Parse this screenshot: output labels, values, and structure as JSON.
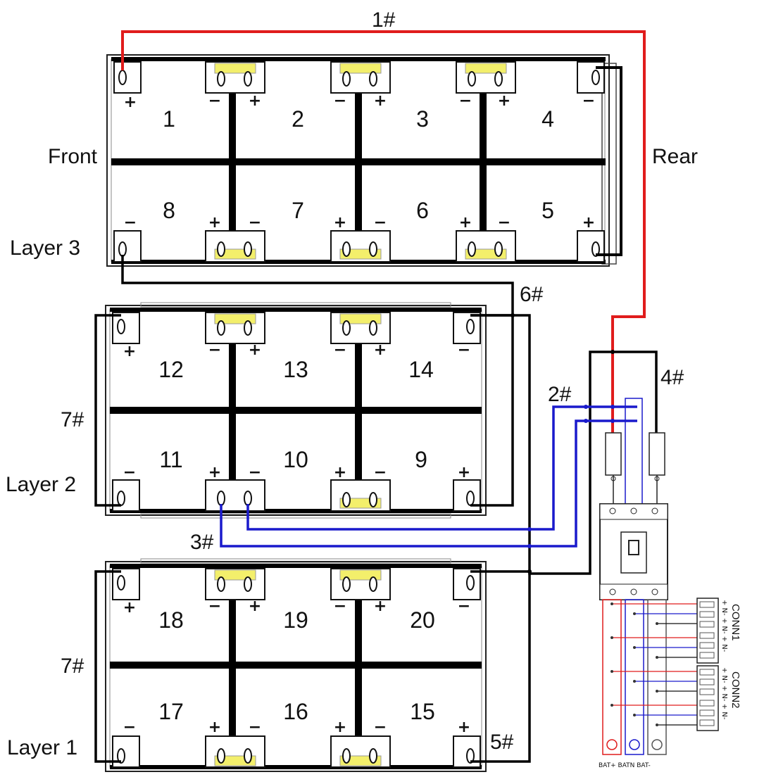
{
  "labels": {
    "front": "Front",
    "rear": "Rear",
    "layer3": "Layer 3",
    "layer2": "Layer 2",
    "layer1": "Layer 1",
    "cable1": "1#",
    "cable2": "2#",
    "cable3": "3#",
    "cable4": "4#",
    "cable5": "5#",
    "cable6": "6#",
    "cable7_layer2": "7#",
    "cable7_layer1": "7#"
  },
  "cells": [
    "1",
    "2",
    "3",
    "4",
    "5",
    "6",
    "7",
    "8",
    "9",
    "10",
    "11",
    "12",
    "13",
    "14",
    "15",
    "16",
    "17",
    "18",
    "19",
    "20"
  ],
  "breaker": {
    "conn1": "CONN1",
    "conn2": "CONN2",
    "conn1_pins": "+ N- + N- + N-",
    "conn2_pins": "+ N- + N- + N-",
    "bottom_labels": "BAT+ BATN BAT-"
  },
  "colors": {
    "positive_cable": "#e01c1c",
    "neutral_cable": "#1a1acc",
    "negative_cable": "#111111",
    "bridge_highlight": "#f3ef6b"
  }
}
